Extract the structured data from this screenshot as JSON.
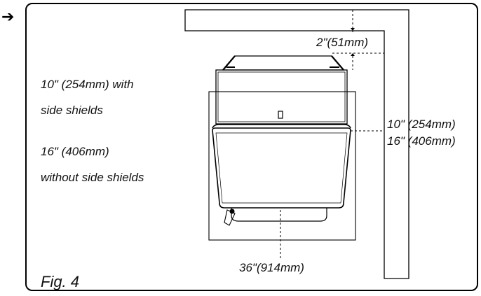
{
  "pointer_arrow": "➔",
  "figure_label": "Fig. 4",
  "left_notes": {
    "with_shields_line1": "10\" (254mm) with",
    "with_shields_line2": "side shields",
    "without_shields_line1": "16\" (406mm)",
    "without_shields_line2": "without side shields"
  },
  "dimensions": {
    "top_clearance": "2\"(51mm)",
    "side_clearance_line1": "10\" (254mm)",
    "side_clearance_line2": "16\" (406mm)",
    "depth": "36\"(914mm)"
  },
  "icons": {
    "pointer": "arrow-right-icon",
    "appliance": "appliance-top-view-icon"
  }
}
